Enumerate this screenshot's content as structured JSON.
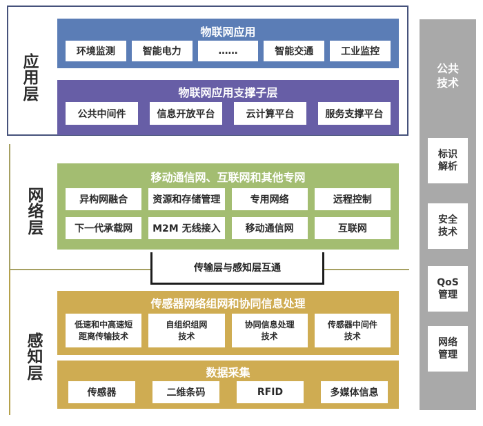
{
  "diagram_title": "IoT layered architecture",
  "layers": {
    "application": {
      "label": "应用层",
      "apps": {
        "title": "物联网应用",
        "items": [
          "环境监测",
          "智能电力",
          "……",
          "智能交通",
          "工业监控"
        ]
      },
      "support": {
        "title": "物联网应用支撑子层",
        "items": [
          "公共中间件",
          "信息开放平台",
          "云计算平台",
          "服务支撑平台"
        ]
      }
    },
    "network": {
      "label": "网络层",
      "block": {
        "title": "移动通信网、互联网和其他专网",
        "row1": [
          "异构网融合",
          "资源和存储管理",
          "专用网络",
          "远程控制"
        ],
        "row2": [
          "下一代承载网",
          "M2M 无线接入",
          "移动通信网",
          "互联网"
        ]
      },
      "bridge": "传输层与感知层互通"
    },
    "perception": {
      "label": "感知层",
      "sensor_net": {
        "title": "传感器网络组网和协同信息处理",
        "items": [
          "低速和中高速短\n距离传输技术",
          "自组织组网\n技术",
          "协同信息处理\n技术",
          "传感器中间件\n技术"
        ]
      },
      "collection": {
        "title": "数据采集",
        "items": [
          "传感器",
          "二维条码",
          "RFID",
          "多媒体信息"
        ]
      }
    }
  },
  "common_tech": {
    "title": "公共\n技术",
    "items": [
      "标识\n解析",
      "安全\n技术",
      "QoS\n管理",
      "网络\n管理"
    ]
  },
  "colors": {
    "app_blue": "#5b7db6",
    "support_purple": "#675ea6",
    "network_green": "#a3bd71",
    "perception_gold": "#cfac52",
    "panel_gray": "#a9a9a9",
    "app_frame_border": "#46527b",
    "section_line_olive": "#a6a062",
    "perception_line_gold": "#b5a14b",
    "bridge_border_black": "#1c1c1c"
  }
}
